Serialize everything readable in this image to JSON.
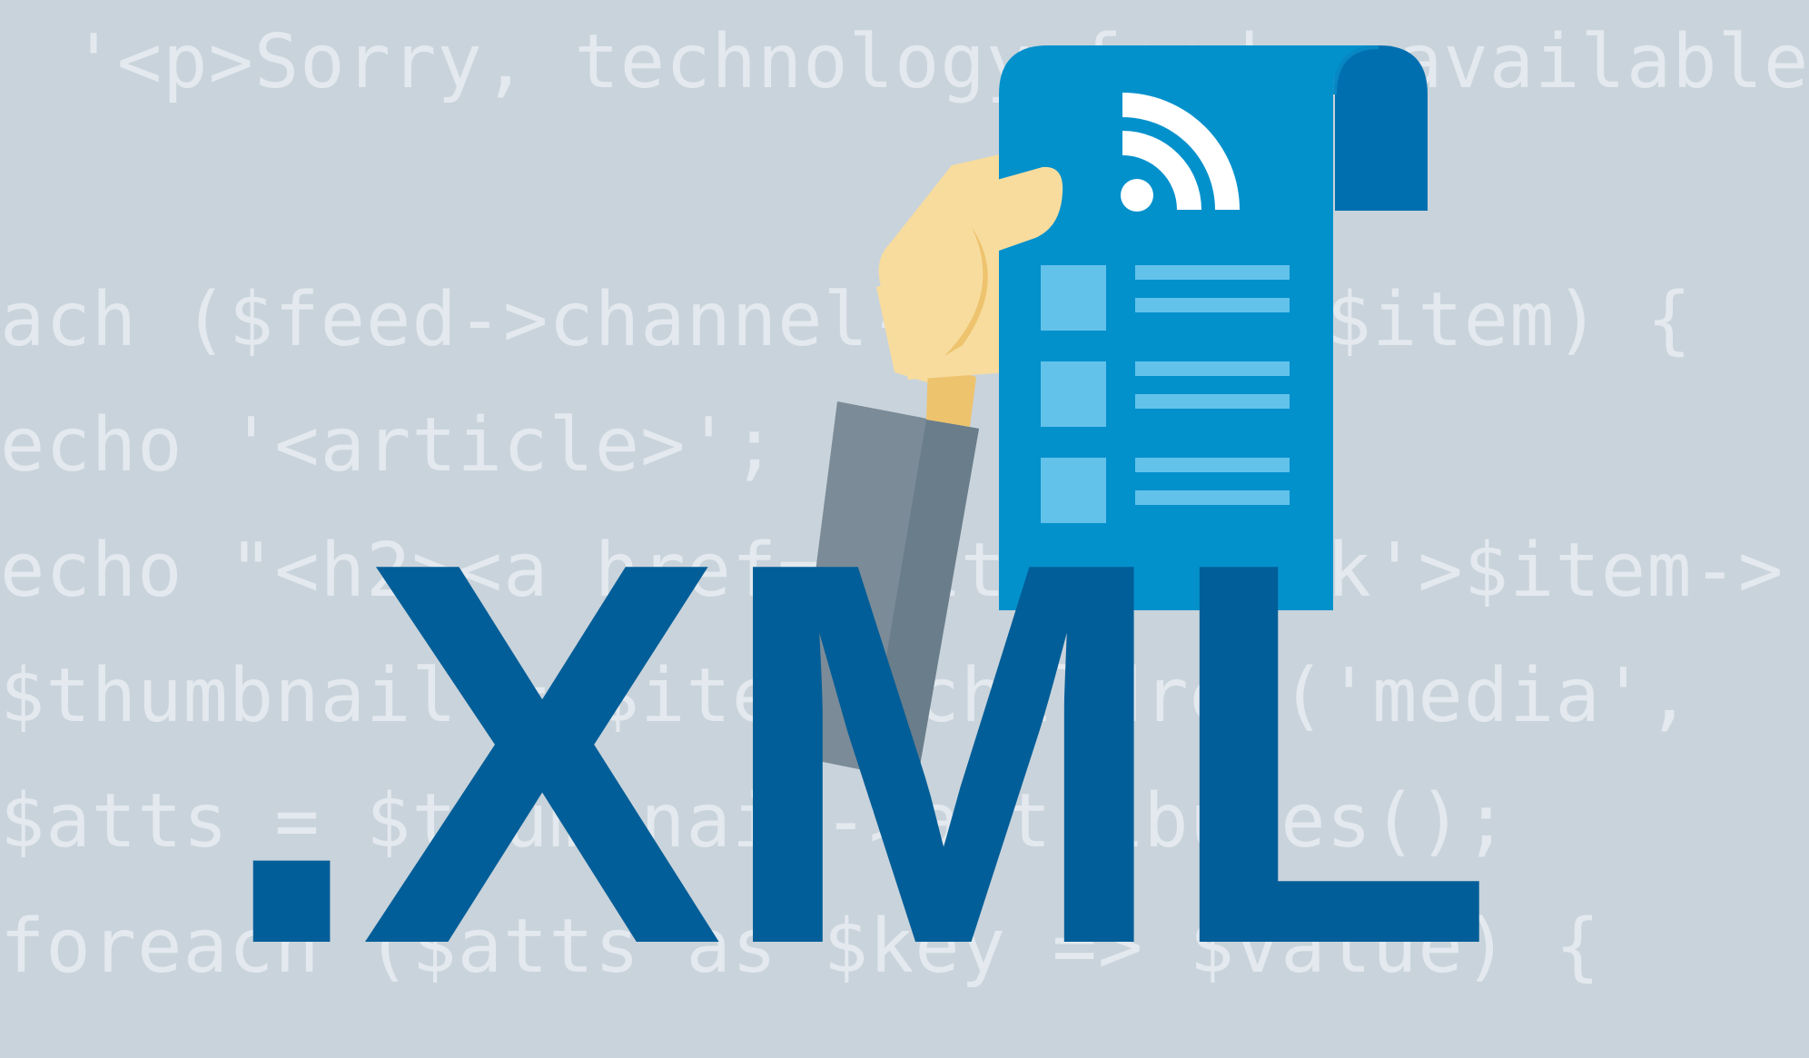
{
  "background": {
    "code_lines": [
      " '<p>Sorry, technology feed unavailable",
      "ach ($feed->channel->item as $item) {",
      "echo '<article>';",
      "echo \"<h2><a href='$item->link'>$item->",
      "$thumbnail = $item->children('media', ",
      "$atts = $thumbnail->attributes();",
      "foreach ($atts as $key => $value) {"
    ]
  },
  "title": {
    "text": ".XML"
  },
  "colors": {
    "background": "#c9d3db",
    "code_text": "#e3e9ee",
    "title": "#025e98",
    "document": "#0391cc",
    "document_curl": "#006fb0",
    "document_items": "#63c2ea",
    "skin": "#f7dc9e",
    "sleeve": "#6e8190"
  },
  "icons": {
    "document": "document-icon",
    "feed": "rss-feed-icon",
    "hand": "hand-icon"
  }
}
